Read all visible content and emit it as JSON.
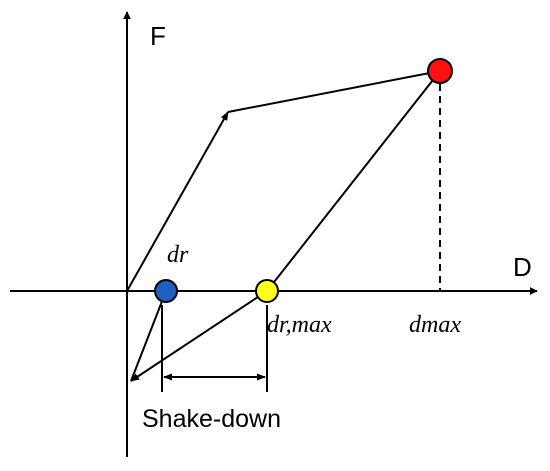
{
  "labels": {
    "force_axis": "F",
    "displacement_axis": "D",
    "residual": "dr",
    "residual_max": "dr,max",
    "max_displacement": "dmax",
    "shake_down": "Shake-down"
  },
  "colors": {
    "line": "#000000",
    "residual_point": "#1f5fbf",
    "residual_max_point": "#ffff1a",
    "max_point": "#ff1010"
  }
}
